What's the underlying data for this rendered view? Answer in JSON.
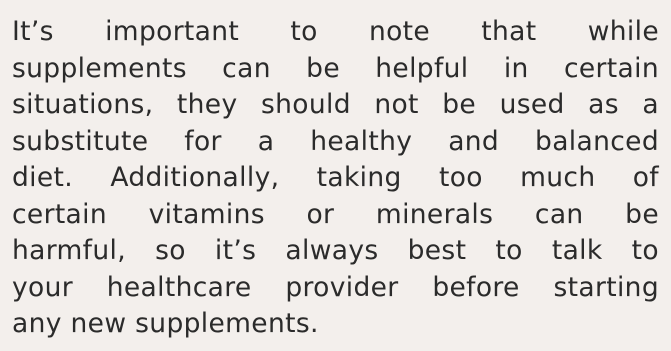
{
  "paragraph": {
    "lines": [
      "It’s important to note that while",
      "supplements can be helpful in certain",
      "situations, they should not be used as a",
      "substitute for a healthy and balanced",
      "diet. Additionally, taking too much of",
      "certain vitamins or minerals can be",
      "harmful, so it’s always best to talk to",
      "your healthcare provider before starting",
      "any new supplements."
    ]
  }
}
